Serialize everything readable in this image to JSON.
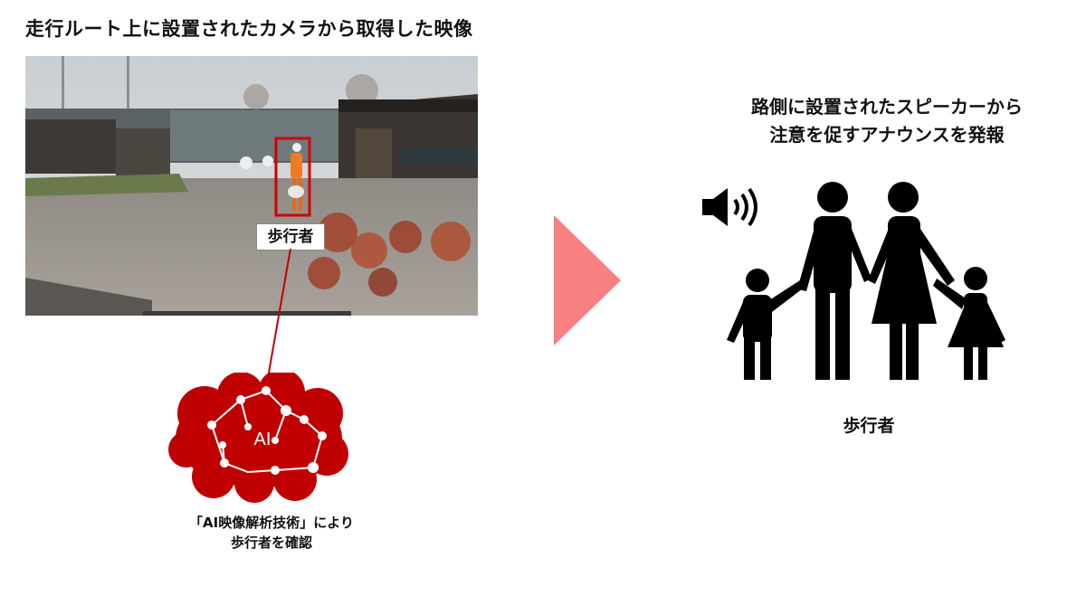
{
  "header": {
    "title": "走行ルート上に設置されたカメラから取得した映像"
  },
  "camera": {
    "detection_label": "歩行者",
    "box_color": "#d10000"
  },
  "ai": {
    "badge": "AI",
    "caption_line1": "「AI映像解析技術」により",
    "caption_line2": "歩行者を確認",
    "cloud_color": "#c00000"
  },
  "arrow": {
    "color": "#f98080"
  },
  "announcement": {
    "line1": "路側に設置されたスピーカーから",
    "line2": "注意を促すアナウンスを発報"
  },
  "result": {
    "label": "歩行者"
  },
  "icons": {
    "speaker": "speaker-icon",
    "family": "family-icon",
    "brain": "ai-brain-icon"
  }
}
